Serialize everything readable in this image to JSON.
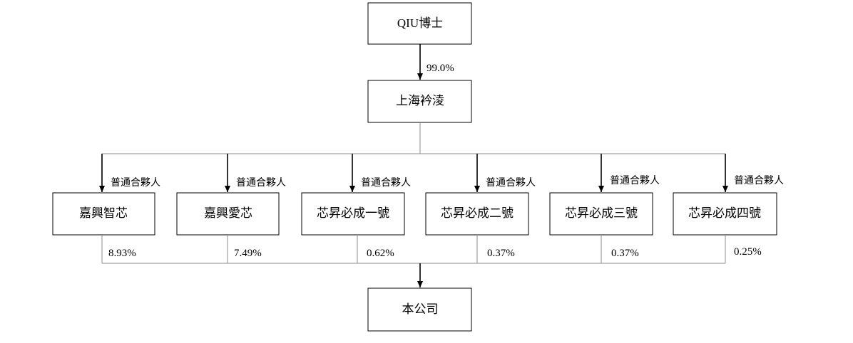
{
  "top_node": {
    "label": "QIU博士"
  },
  "top_edge": {
    "label": "99.0%"
  },
  "middle_node": {
    "label": "上海衿淩"
  },
  "partnerships": [
    {
      "name": "嘉興智芯",
      "gp_label": "普通合夥人",
      "stake": "8.93%"
    },
    {
      "name": "嘉興愛芯",
      "gp_label": "普通合夥人",
      "stake": "7.49%"
    },
    {
      "name": "芯昇必成一號",
      "gp_label": "普通合夥人",
      "stake": "0.62%"
    },
    {
      "name": "芯昇必成二號",
      "gp_label": "普通合夥人",
      "stake": "0.37%"
    },
    {
      "name": "芯昇必成三號",
      "gp_label": "普通合夥人",
      "stake": "0.37%"
    },
    {
      "name": "芯昇必成四號",
      "gp_label": "普通合夥人",
      "stake": "0.25%"
    }
  ],
  "bottom_node": {
    "label": "本公司"
  }
}
